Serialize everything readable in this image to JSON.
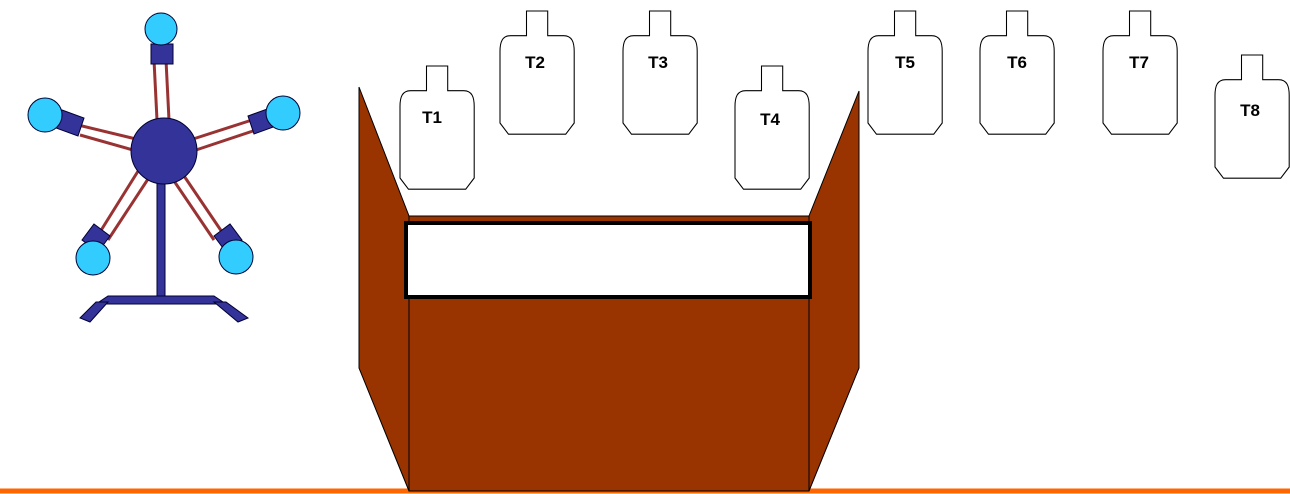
{
  "colors": {
    "background": "#ffffff",
    "barricade_wood": "#993300",
    "barricade_outline": "#000000",
    "window_fill": "#ffffff",
    "target_fill": "#ffffff",
    "target_outline": "#000000",
    "ground_line": "#ff6600",
    "plate_rack_frame": "#333399",
    "plate_rack_hub": "#333399",
    "plate_rack_arm": "#993333",
    "plate_rack_plate": "#33ccff"
  },
  "icons": {
    "plate_rack": "plate-rack-icon",
    "barricade": "barricade-icon",
    "target": "silhouette-target-icon"
  },
  "targets": [
    {
      "label": "T1"
    },
    {
      "label": "T2"
    },
    {
      "label": "T3"
    },
    {
      "label": "T4"
    },
    {
      "label": "T5"
    },
    {
      "label": "T6"
    },
    {
      "label": "T7"
    },
    {
      "label": "T8"
    }
  ]
}
